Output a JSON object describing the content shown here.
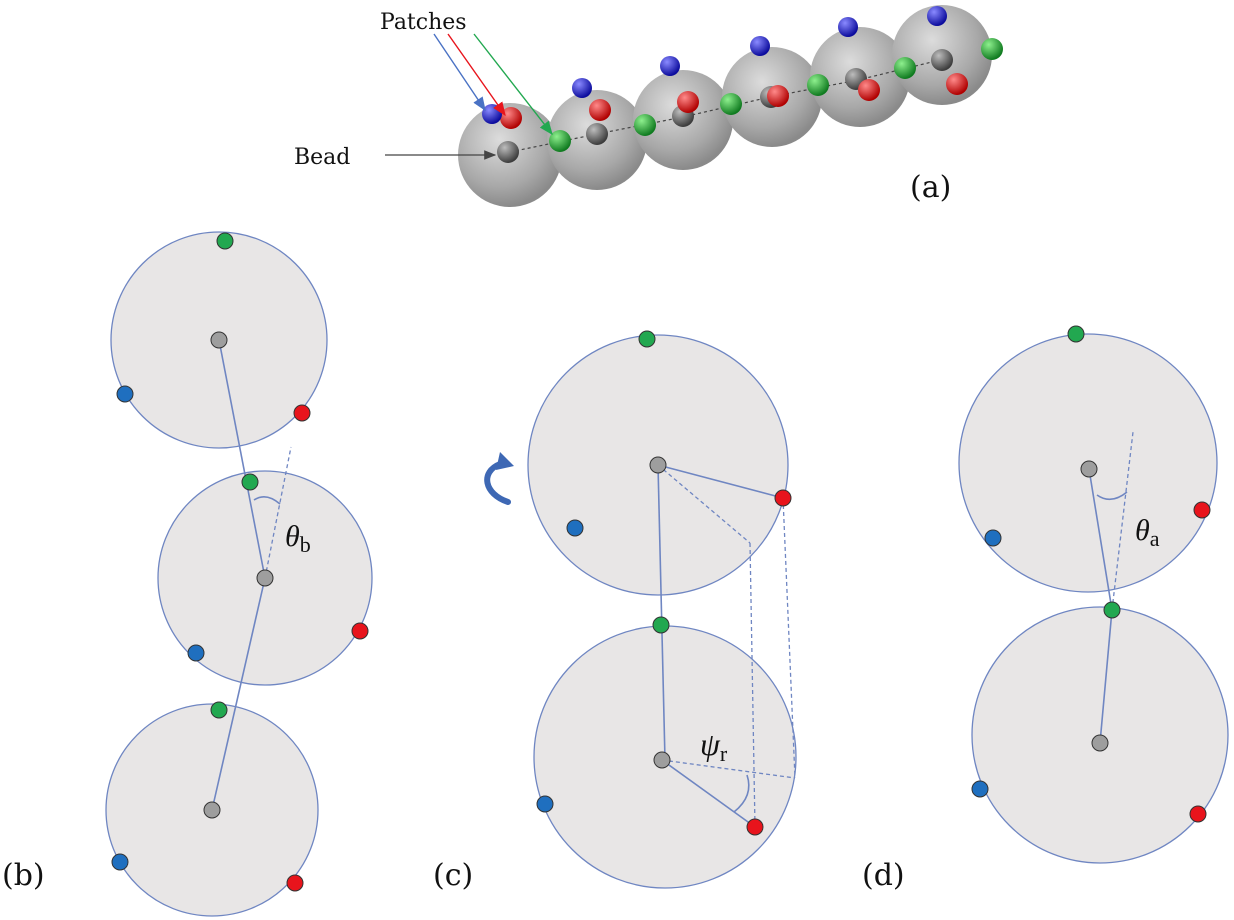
{
  "labels": {
    "patches": "Patches",
    "bead": "Bead",
    "panel_a": "(a)",
    "panel_b": "(b)",
    "panel_c": "(c)",
    "panel_d": "(d)"
  },
  "symbols": {
    "theta_b": {
      "base": "θ",
      "sub": "b"
    },
    "psi_r": {
      "base": "ψ",
      "sub": "r"
    },
    "theta_a": {
      "base": "θ",
      "sub": "a"
    }
  },
  "colors": {
    "bead": "#9e9e9e",
    "patch_green": "#22a850",
    "patch_red": "#e8141c",
    "patch_blue": "#1f6fbf",
    "disk_fill": "#e8e6e6",
    "disk_stroke": "#6f86c2",
    "arrow_blue": "#4a72c4",
    "arrow_red": "#e8141c",
    "arrow_green": "#22a850",
    "rotation_arrow": "#3e68b4"
  }
}
